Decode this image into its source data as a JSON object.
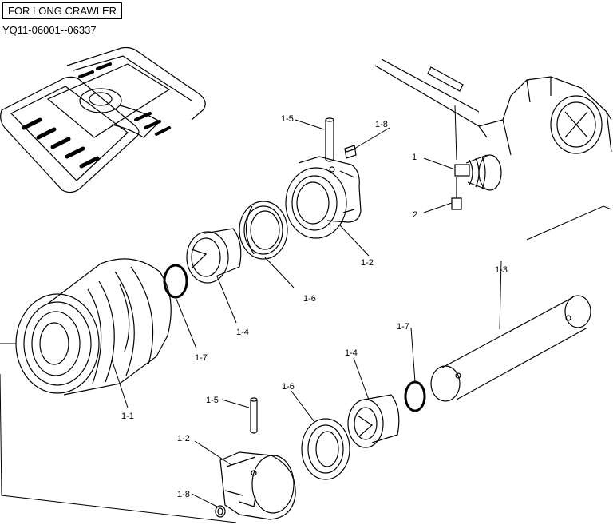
{
  "header": {
    "title": "FOR LONG CRAWLER",
    "serial_range": "YQ11-06001--06337"
  },
  "callouts": {
    "c1": "1",
    "c2": "2",
    "c1_1": "1-1",
    "c1_2_top": "1-2",
    "c1_2_bottom": "1-2",
    "c1_3": "1-3",
    "c1_4_top": "1-4",
    "c1_4_bottom": "1-4",
    "c1_5_top": "1-5",
    "c1_5_bottom": "1-5",
    "c1_6_top": "1-6",
    "c1_6_bottom": "1-6",
    "c1_7_top": "1-7",
    "c1_7_bottom": "1-7",
    "c1_8_top": "1-8",
    "c1_8_bottom": "1-8"
  }
}
